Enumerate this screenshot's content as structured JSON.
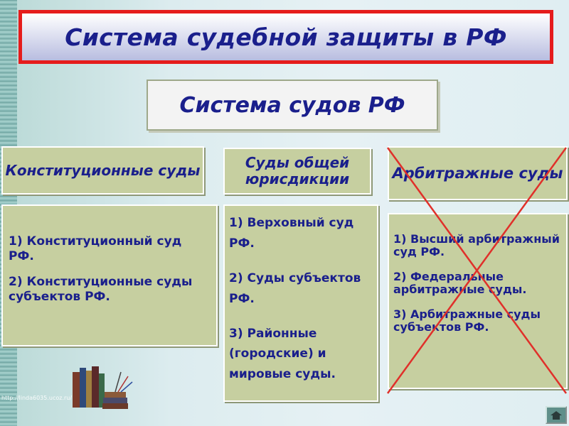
{
  "title": "Система судебной защиты в РФ",
  "subtitle": "Система судов РФ",
  "columns": [
    {
      "header": "Конституционные суды",
      "items": [
        "1) Конституционный суд РФ.",
        "2) Конституционные суды субъектов РФ."
      ]
    },
    {
      "header": "Суды общей юрисдикции",
      "items": [
        "1) Верховный суд РФ.",
        "2) Суды субъектов РФ.",
        "3) Районные (городские) и мировые суды."
      ]
    },
    {
      "header": "Арбитражные суды",
      "items": [
        "1) Высший арбитражный суд РФ.",
        "2) Федеральные арбитражные суды.",
        "3) Арбитражные суды субъектов РФ."
      ],
      "crossed_out": true
    }
  ],
  "watermark": "http://linda6035.ucoz.ru/",
  "colors": {
    "title_text": "#1a1f8c",
    "title_border": "#e51c1c",
    "box_fill": "#c6cfa0",
    "cross": "#e0302a"
  },
  "icons": {
    "books": "books-icon",
    "nav": "home-nav-icon"
  }
}
